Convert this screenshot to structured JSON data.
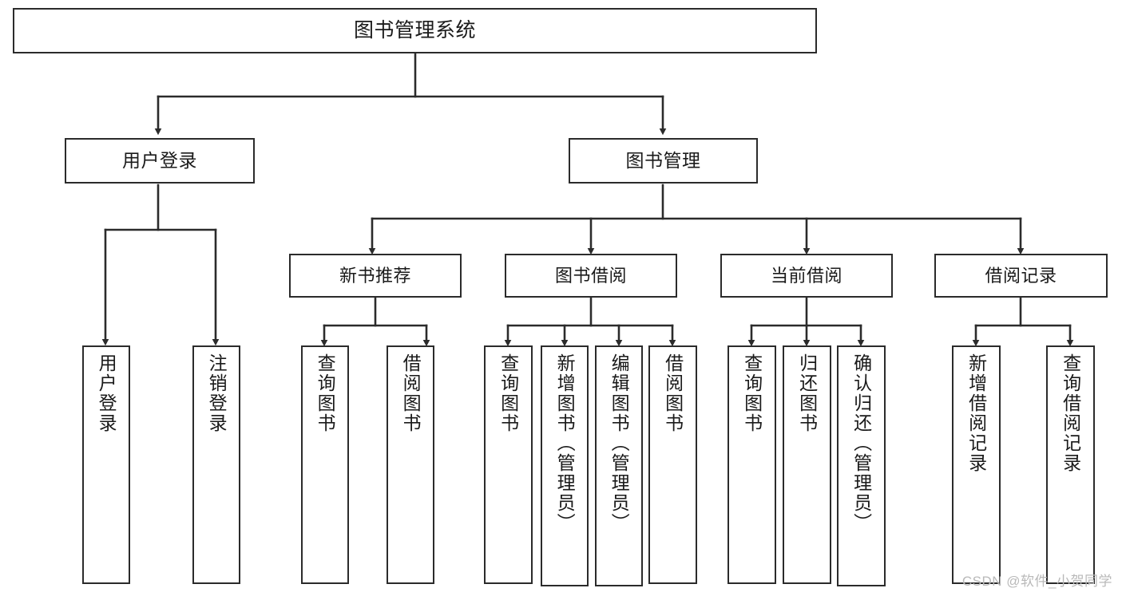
{
  "diagram": {
    "title": "图书管理系统",
    "watermark": "CSDN @软件_小贺同学",
    "style": {
      "border_color": "#2b2b2b",
      "background": "#ffffff",
      "text_color": "#1a1a1a",
      "watermark_color": "#b9b9b9"
    },
    "root": {
      "label": "图书管理系统"
    },
    "level1": [
      {
        "label": "用户登录"
      },
      {
        "label": "图书管理"
      }
    ],
    "level2": [
      {
        "label": "新书推荐"
      },
      {
        "label": "图书借阅"
      },
      {
        "label": "当前借阅"
      },
      {
        "label": "借阅记录"
      }
    ],
    "leaves": {
      "user_login": [
        {
          "label": "用户登录"
        },
        {
          "label": "注销登录"
        }
      ],
      "new_book_recommend": [
        {
          "label": "查询图书"
        },
        {
          "label": "借阅图书"
        }
      ],
      "book_borrow": [
        {
          "label": "查询图书"
        },
        {
          "label": "新增图书（管理员）"
        },
        {
          "label": "编辑图书（管理员）"
        },
        {
          "label": "借阅图书"
        }
      ],
      "current_borrow": [
        {
          "label": "查询图书"
        },
        {
          "label": "归还图书"
        },
        {
          "label": "确认归还（管理员）"
        }
      ],
      "borrow_record": [
        {
          "label": "新增借阅记录"
        },
        {
          "label": "查询借阅记录"
        }
      ]
    }
  }
}
